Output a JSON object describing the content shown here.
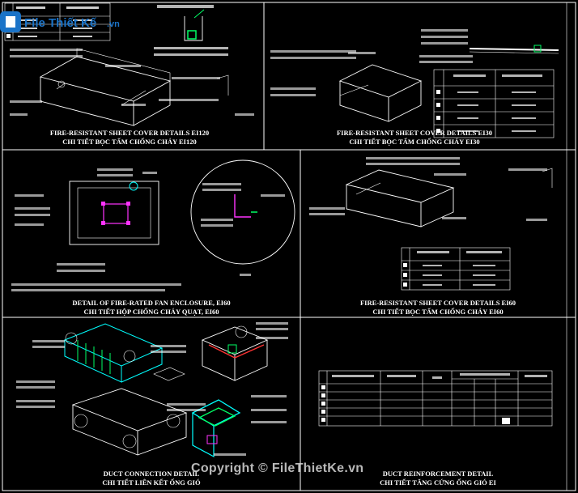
{
  "panels": {
    "p1": {
      "title": "FIRE-RESISTANT SHEET COVER DETAILS EI120",
      "subtitle": "CHI TIẾT BỌC TẤM CHỐNG CHÁY EI120"
    },
    "p2": {
      "title": "FIRE-RESISTANT SHEET COVER DETAILS EI30",
      "subtitle": "CHI TIẾT BỌC TẤM CHỐNG CHÁY EI30"
    },
    "p3": {
      "title": "DETAIL OF FIRE-RATED FAN ENCLOSURE, EI60",
      "subtitle": "CHI TIẾT HỘP CHỐNG CHÁY QUẠT, EI60"
    },
    "p4": {
      "title": "FIRE-RESISTANT SHEET COVER DETAILS EI60",
      "subtitle": "CHI TIẾT BỌC TẤM CHỐNG CHÁY EI60"
    },
    "p5": {
      "title": "DUCT CONNECTION DETAIL",
      "subtitle": "CHI TIẾT LIÊN KẾT ỐNG GIÓ"
    },
    "p6": {
      "title": "DUCT REINFORCEMENT DETAIL",
      "subtitle": "CHI TIẾT TĂNG CỨNG ỐNG GIÓ EI"
    }
  },
  "watermark": {
    "brand": "File Thiết Kế",
    "domain": ".vn",
    "copyright": "Copyright © FileThietKe.vn"
  },
  "colors": {
    "background": "#000000",
    "line": "#ffffff",
    "accent_green": "#00ff66",
    "accent_cyan": "#00ffff",
    "accent_magenta": "#ff33ff",
    "accent_red": "#ff3333",
    "brand_blue": "#1a73c8"
  }
}
